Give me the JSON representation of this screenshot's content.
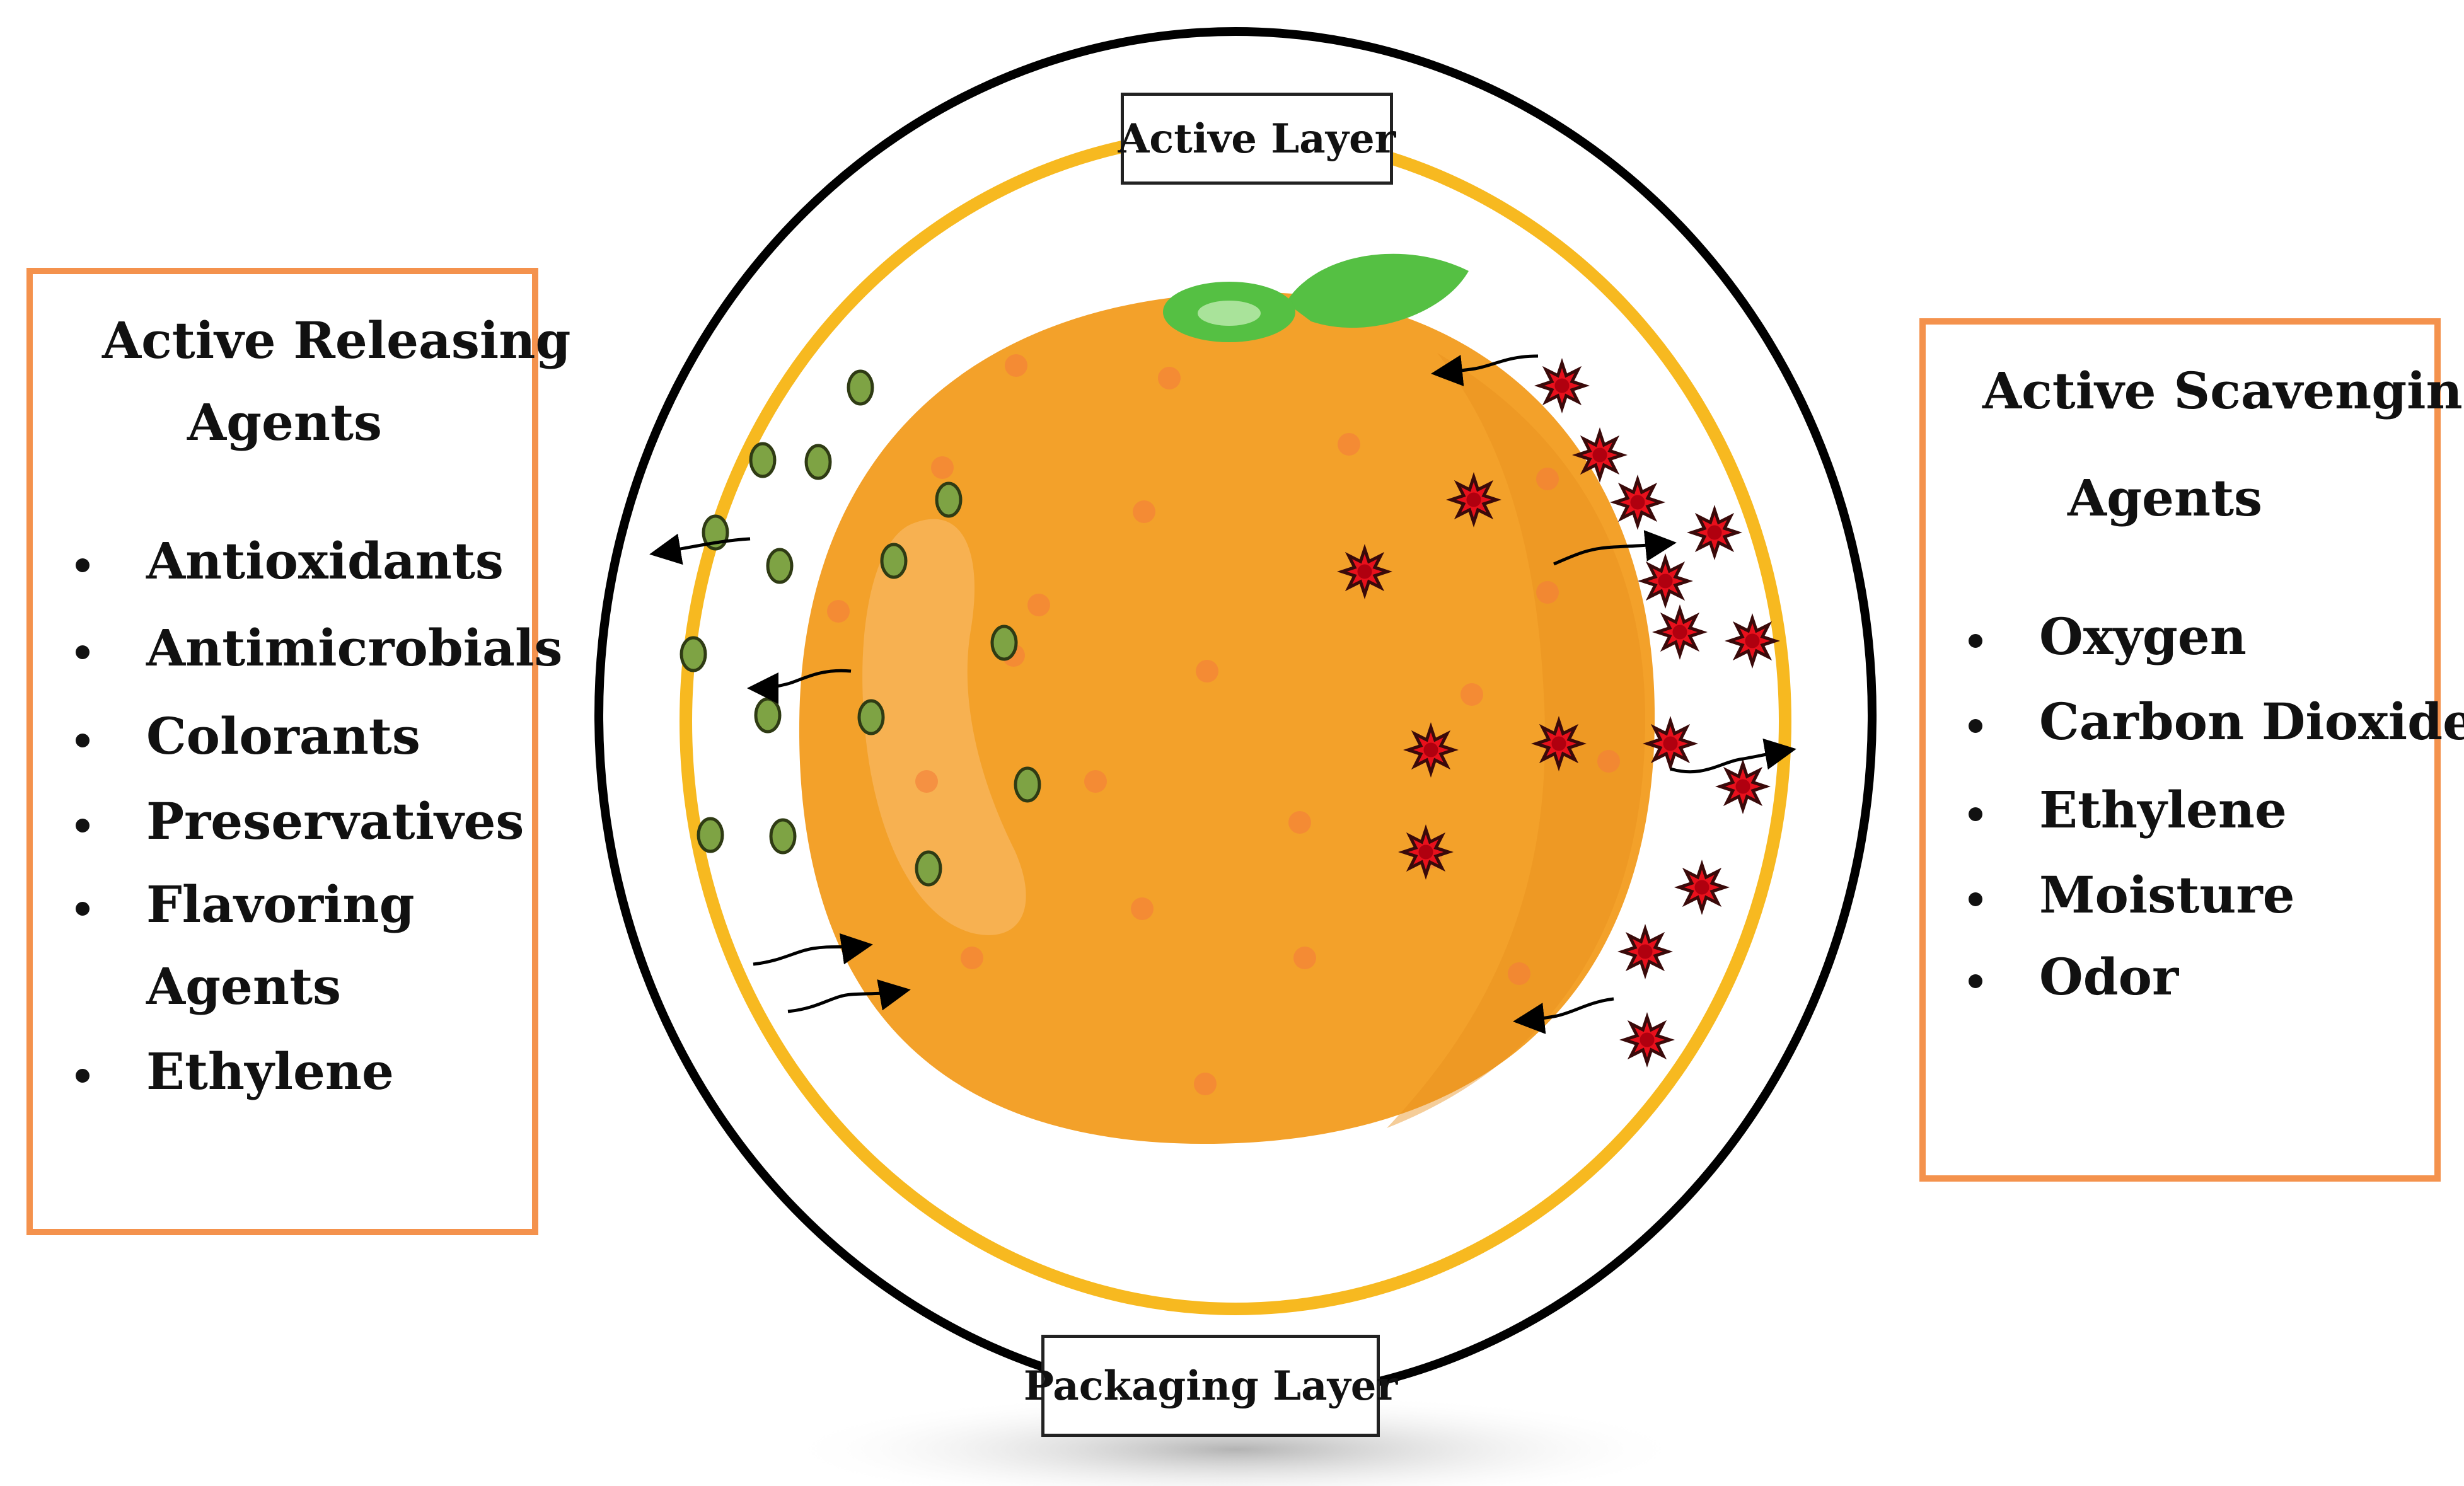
{
  "labels": {
    "active_layer": "Active Layer",
    "packaging_layer": "Packaging Layer"
  },
  "left_panel": {
    "title_line1": "Active Releasing",
    "title_line2": "Agents",
    "items": [
      "Antioxidants",
      "Antimicrobials",
      "Colorants",
      "Preservatives",
      "Flavoring",
      "Agents",
      "Ethylene"
    ]
  },
  "right_panel": {
    "title_line1": "Active Scavenging",
    "title_line2": "Agents",
    "items": [
      "Oxygen",
      "Carbon Dioxide",
      "Ethylene",
      "Moisture",
      "Odor"
    ]
  },
  "colors": {
    "panel_border": "#f4924d",
    "active_layer_ring": "#f7b920",
    "packaging_ring": "#000000",
    "fruit": "#f3a12a",
    "fruit_spots": "#f47f3a",
    "releasing_agent": "#7ea344",
    "scavenging_agent": "#c8101b",
    "leaf": "#55c043"
  }
}
